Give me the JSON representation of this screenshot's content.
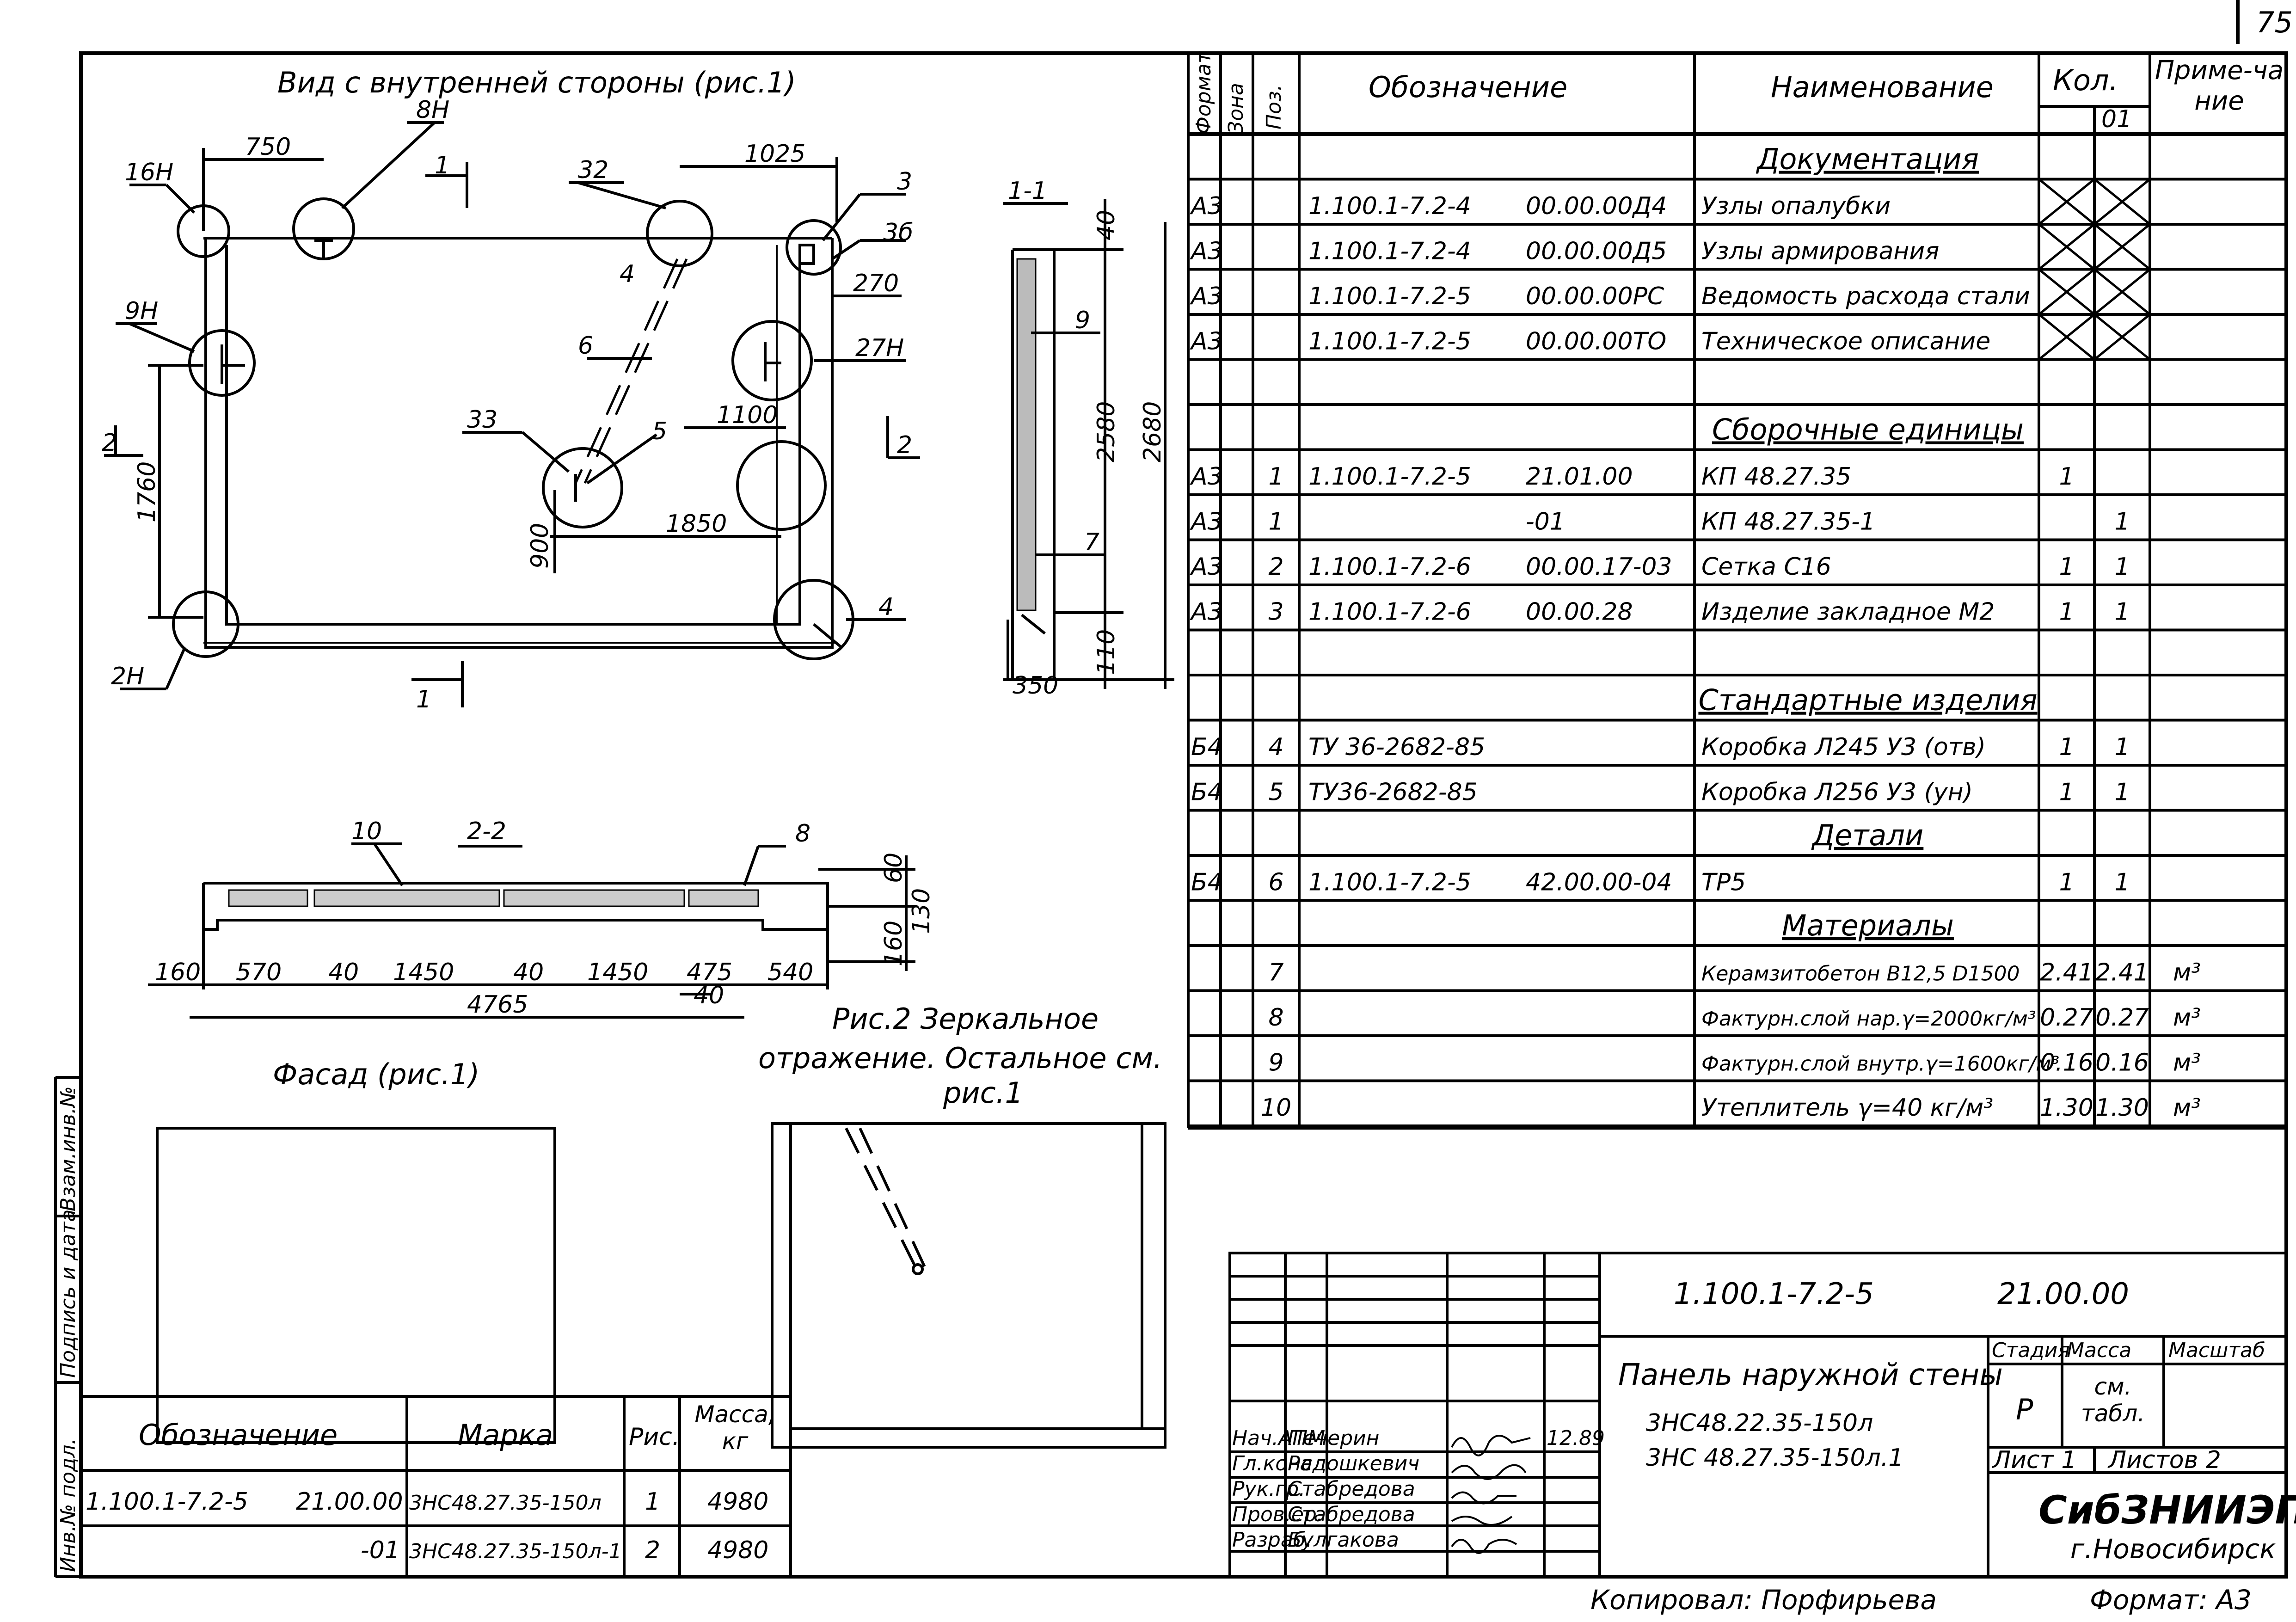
{
  "page_number": "75",
  "views": {
    "inner_view_title": "Вид с внутренней стороны (рис.1)",
    "facade_title": "Фасад (рис.1)",
    "section_1_1": "1-1",
    "section_2_2": "2-2",
    "fig2_note_line1": "Рис.2 Зеркальное",
    "fig2_note_line2": "отражение. Остальное см.",
    "fig2_note_line3": "рис.1",
    "cut_marks": [
      "1",
      "1",
      "2",
      "2"
    ],
    "callouts": [
      "16Н",
      "8Н",
      "32",
      "3",
      "3б",
      "9Н",
      "27Н",
      "33",
      "2Н",
      "4",
      "4",
      "5",
      "6",
      "9",
      "7",
      "10",
      "8"
    ],
    "dims_view1": [
      "750",
      "1025",
      "270",
      "1100",
      "1760",
      "900",
      "1850"
    ],
    "dims_1_1": [
      "40",
      "2580",
      "2680",
      "350",
      "110"
    ],
    "dims_2_2": [
      "160",
      "570",
      "40",
      "1450",
      "40",
      "1450",
      "475",
      "540",
      "4765",
      "40",
      "60",
      "130",
      "160"
    ]
  },
  "spec_table": {
    "headers": {
      "format": "Формат",
      "zone": "Зона",
      "pos": "Поз.",
      "designation": "Обозначение",
      "name": "Наименование",
      "qty": "Кол.",
      "qty_sub": "01",
      "note": "Приме-чание"
    },
    "rows": [
      {
        "type": "section",
        "name": "Документация"
      },
      {
        "format": "А3",
        "pos": "",
        "des1": "1.100.1-7.2-4",
        "des2": "00.00.00Д4",
        "name": "Узлы опалубки",
        "q1": "X",
        "q2": "X",
        "note": ""
      },
      {
        "format": "А3",
        "pos": "",
        "des1": "1.100.1-7.2-4",
        "des2": "00.00.00Д5",
        "name": "Узлы армирования",
        "q1": "X",
        "q2": "X",
        "note": ""
      },
      {
        "format": "А3",
        "pos": "",
        "des1": "1.100.1-7.2-5",
        "des2": "00.00.00РС",
        "name": "Ведомость расхода стали",
        "q1": "X",
        "q2": "X",
        "note": ""
      },
      {
        "format": "А3",
        "pos": "",
        "des1": "1.100.1-7.2-5",
        "des2": "00.00.00ТО",
        "name": "Техническое описание",
        "q1": "X",
        "q2": "X",
        "note": ""
      },
      {
        "type": "blank"
      },
      {
        "type": "section",
        "name": "Сборочные единицы"
      },
      {
        "format": "А3",
        "pos": "1",
        "des1": "1.100.1-7.2-5",
        "des2": "21.01.00",
        "name": "КП 48.27.35",
        "q1": "1",
        "q2": "",
        "note": ""
      },
      {
        "format": "А3",
        "pos": "1",
        "des1": "",
        "des2": "-01",
        "name": "КП 48.27.35-1",
        "q1": "",
        "q2": "1",
        "note": ""
      },
      {
        "format": "А3",
        "pos": "2",
        "des1": "1.100.1-7.2-6",
        "des2": "00.00.17-03",
        "name": "Сетка С16",
        "q1": "1",
        "q2": "1",
        "note": ""
      },
      {
        "format": "А3",
        "pos": "3",
        "des1": "1.100.1-7.2-6",
        "des2": "00.00.28",
        "name": "Изделие закладное М2",
        "q1": "1",
        "q2": "1",
        "note": ""
      },
      {
        "type": "blank"
      },
      {
        "type": "section",
        "name": "Стандартные изделия"
      },
      {
        "format": "Б4",
        "pos": "4",
        "des1": "ТУ 36-2682-85",
        "des2": "",
        "name": "Коробка Л245 У3 (отв)",
        "q1": "1",
        "q2": "1",
        "note": ""
      },
      {
        "format": "Б4",
        "pos": "5",
        "des1": "ТУ36-2682-85",
        "des2": "",
        "name": "Коробка Л256 У3 (ун)",
        "q1": "1",
        "q2": "1",
        "note": ""
      },
      {
        "type": "section",
        "name": "Детали"
      },
      {
        "format": "Б4",
        "pos": "6",
        "des1": "1.100.1-7.2-5",
        "des2": "42.00.00-04",
        "name": "ТР5",
        "q1": "1",
        "q2": "1",
        "note": ""
      },
      {
        "type": "section",
        "name": "Материалы"
      },
      {
        "format": "",
        "pos": "7",
        "des1": "",
        "des2": "",
        "name": "Керамзитобетон В12,5 D1500",
        "q1": "2.41",
        "q2": "2.41",
        "note": "м³"
      },
      {
        "format": "",
        "pos": "8",
        "des1": "",
        "des2": "",
        "name": "Фактурн.слой нар.γ=2000кг/м³",
        "q1": "0.27",
        "q2": "0.27",
        "note": "м³"
      },
      {
        "format": "",
        "pos": "9",
        "des1": "",
        "des2": "",
        "name": "Фактурн.слой внутр.γ=1600кг/м³",
        "q1": "0.16",
        "q2": "0.16",
        "note": "м³"
      },
      {
        "format": "",
        "pos": "10",
        "des1": "",
        "des2": "",
        "name": "Утеплитель γ=40 кг/м³",
        "q1": "1.30",
        "q2": "1.30",
        "note": "м³"
      }
    ]
  },
  "marks_table": {
    "headers": {
      "designation": "Обозначение",
      "mark": "Марка",
      "fig": "Рис.",
      "mass": "Масса, кг"
    },
    "rows": [
      {
        "des1": "1.100.1-7.2-5",
        "des2": "21.00.00",
        "mark": "3НС48.27.35-150л",
        "fig": "1",
        "mass": "4980"
      },
      {
        "des1": "",
        "des2": "-01",
        "mark": "3НС48.27.35-150л-1",
        "fig": "2",
        "mass": "4980"
      }
    ]
  },
  "title_block": {
    "code1": "1.100.1-7.2-5",
    "code2": "21.00.00",
    "title_line1": "Панель наружной стены",
    "title_line2": "3НС48.22.35-150л",
    "title_line3": "3НС 48.27.35-150л.1",
    "stage_h": "Стадия",
    "mass_h": "Масса",
    "scale_h": "Масштаб",
    "stage_v": "Р",
    "mass_v": "см. табл.",
    "sheet": "Лист 1",
    "sheets": "Листов 2",
    "org1": "СибЗНИИЭП",
    "org2": "г.Новосибирск",
    "copied": "Копировал: Порфирьева",
    "format": "Формат: А3",
    "roles": [
      {
        "role": "Нач.АПМ",
        "name": "Печерин",
        "date": "12.89"
      },
      {
        "role": "Гл.конс.",
        "name": "Радошкевич",
        "date": ""
      },
      {
        "role": "Рук.гр.",
        "name": "Стабредова",
        "date": ""
      },
      {
        "role": "Пров.ер.",
        "name": "Стабредова",
        "date": ""
      },
      {
        "role": "Разраб.",
        "name": "Булгакова",
        "date": ""
      }
    ]
  },
  "left_strip": [
    "Инв.№ подл.",
    "Подпись и дата",
    "Взам.инв.№"
  ]
}
